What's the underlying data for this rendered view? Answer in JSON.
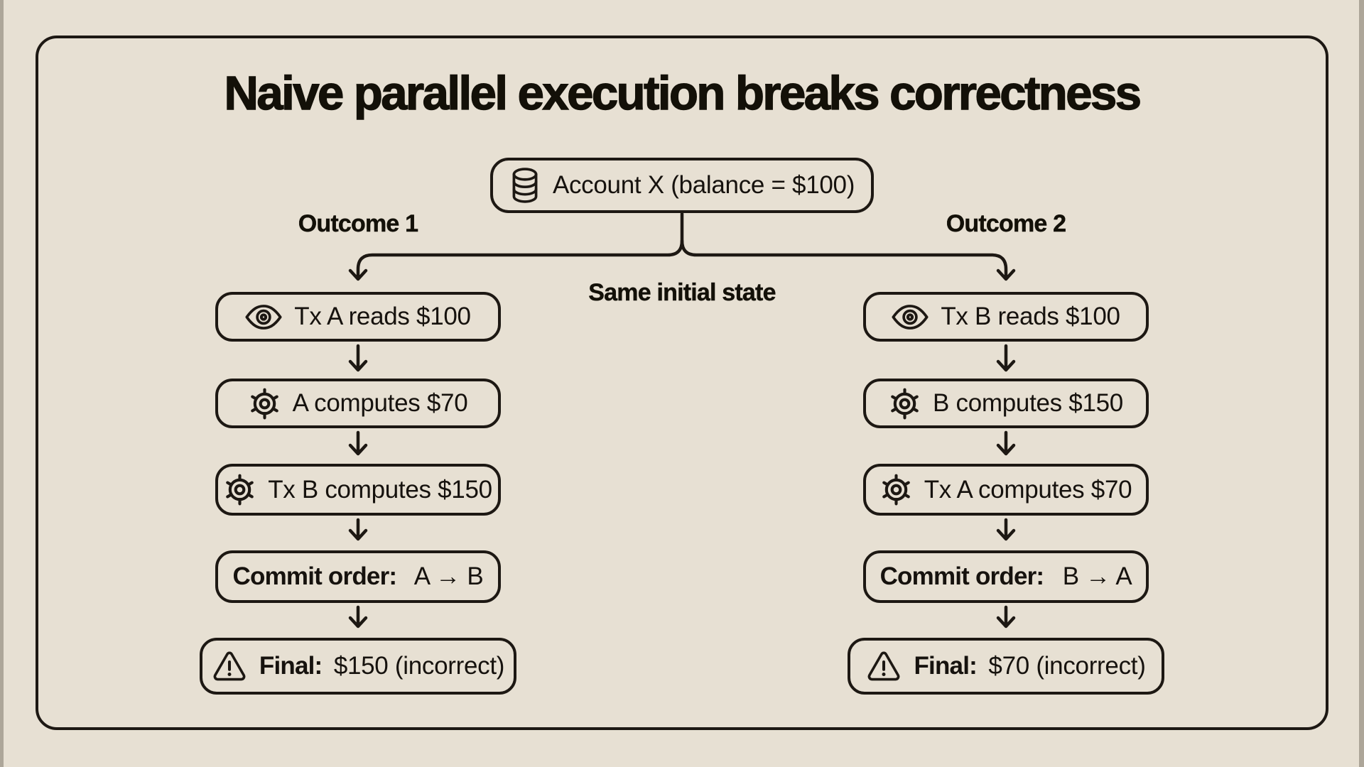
{
  "title": "Naive parallel execution breaks correctness",
  "colors": {
    "background": "#e7e0d3",
    "ink": "#1d1813"
  },
  "root_node": {
    "icon": "database-icon",
    "label": "Account X (balance = $100)"
  },
  "branch_label": "Same initial state",
  "outcomes": [
    {
      "heading": "Outcome 1",
      "steps": [
        {
          "icon": "eye-icon",
          "label": "Tx A reads $100"
        },
        {
          "icon": "gear-icon",
          "label": "A computes $70"
        },
        {
          "icon": "gear-icon",
          "label": "Tx B computes $150"
        },
        {
          "bold": "Commit order:",
          "label": " A → B"
        },
        {
          "icon": "warning-icon",
          "bold": "Final:",
          "label": " $150 (incorrect)"
        }
      ]
    },
    {
      "heading": "Outcome 2",
      "steps": [
        {
          "icon": "eye-icon",
          "label": "Tx B reads $100"
        },
        {
          "icon": "gear-icon",
          "label": "B computes $150"
        },
        {
          "icon": "gear-icon",
          "label": "Tx A computes $70"
        },
        {
          "bold": "Commit order:",
          "label": " B → A"
        },
        {
          "icon": "warning-icon",
          "bold": "Final:",
          "label": " $70 (incorrect)"
        }
      ]
    }
  ]
}
